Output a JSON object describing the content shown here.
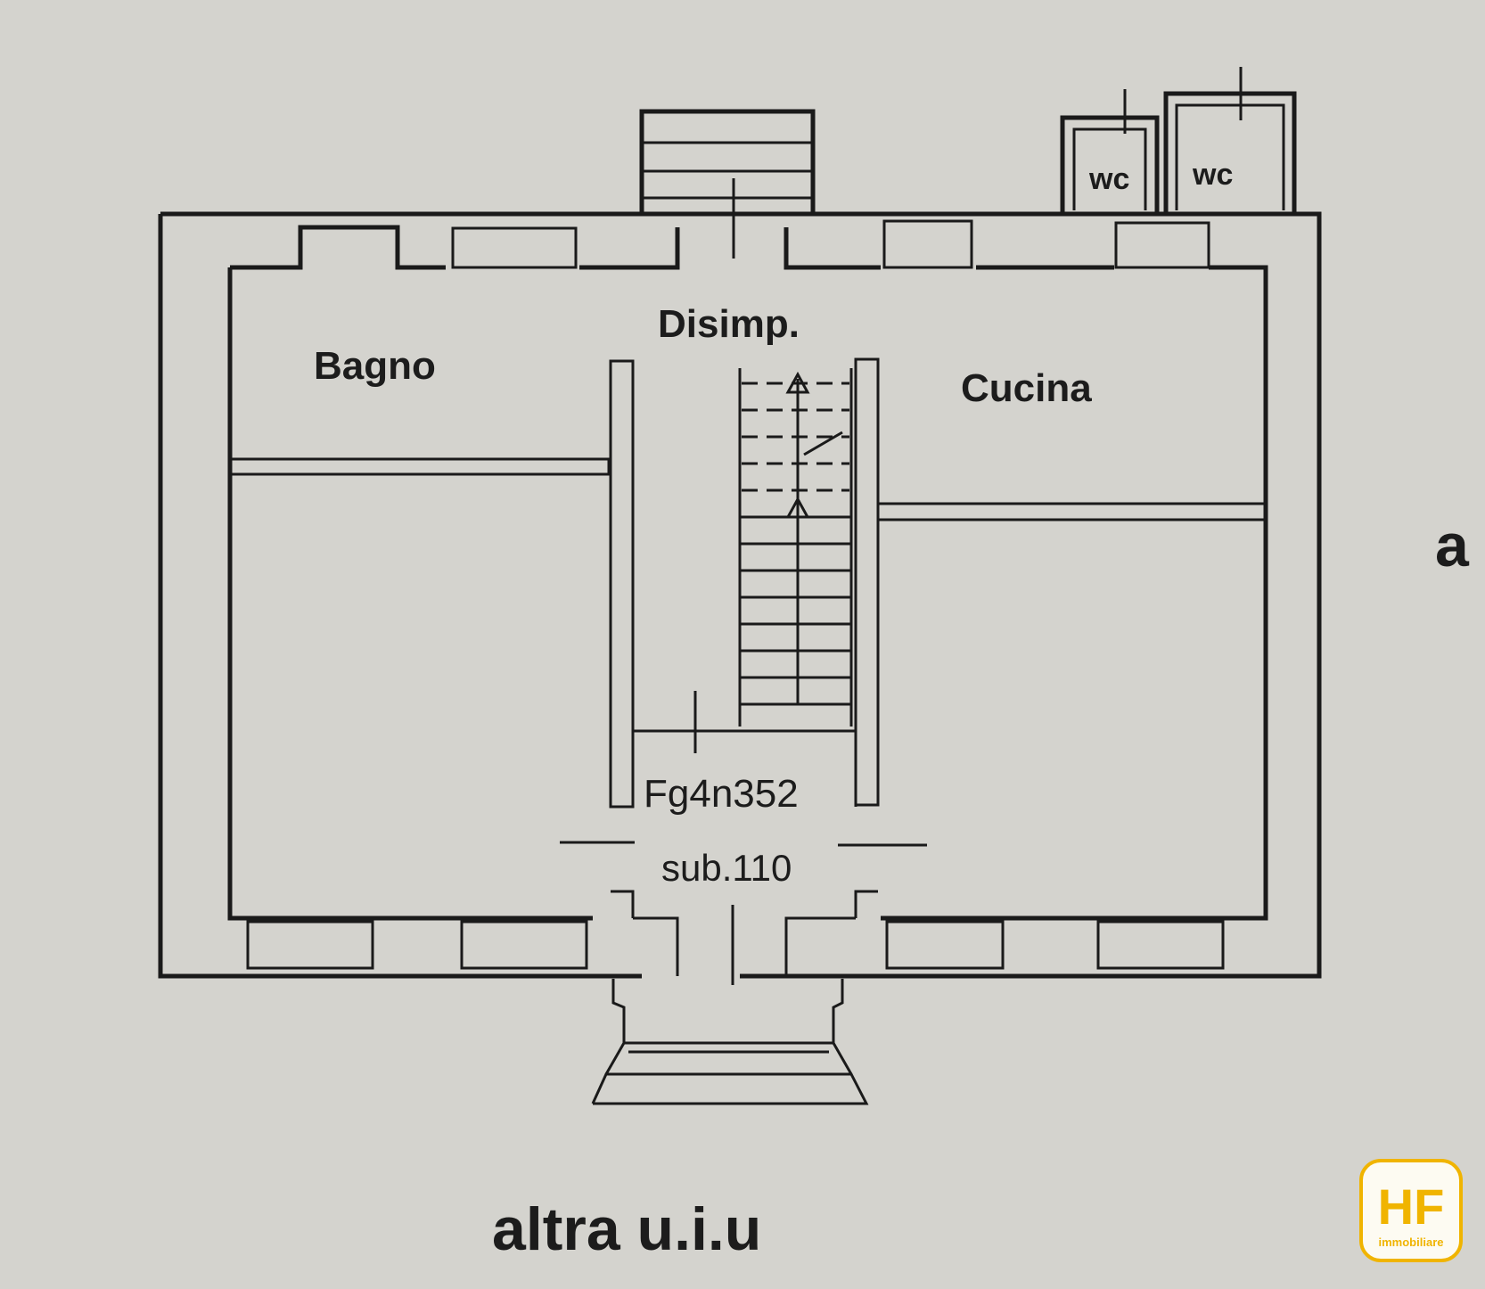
{
  "plan": {
    "rooms": {
      "bathroom": "Bagno",
      "hallway": "Disimp.",
      "kitchen": "Cucina",
      "wc_left": "wc",
      "wc_right": "wc"
    },
    "cadastral": {
      "sheet_parcel": "Fg4n352",
      "subunit": "sub.110"
    },
    "caption_bottom": "altra u.i.u",
    "caption_right_fragment": "a"
  },
  "logo": {
    "mark": "HF",
    "name": "immobiliare",
    "color": "#f0b400"
  }
}
